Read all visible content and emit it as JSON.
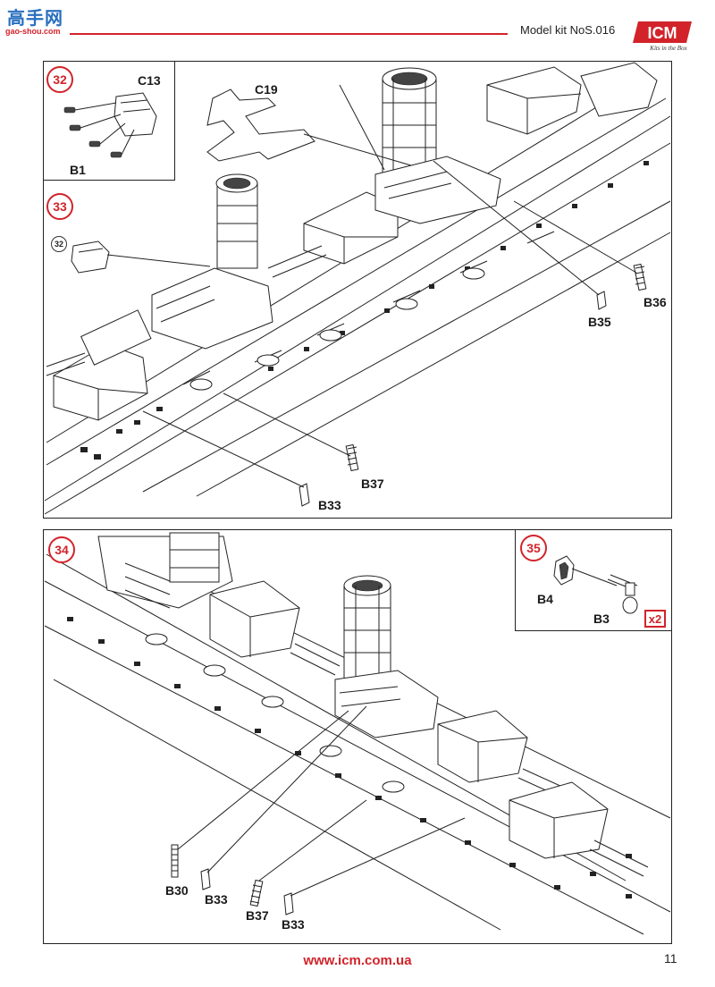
{
  "header": {
    "logo_text": "高手网",
    "logo_sub": "gao-shou.com",
    "kit_number": "Model kit NoS.016",
    "brand": "ICM",
    "brand_tagline": "Kits in the Box",
    "accent_color": "#d2232a"
  },
  "steps": {
    "s32": {
      "number": "32",
      "parts": [
        "C13",
        "B1"
      ]
    },
    "s33": {
      "number": "33",
      "ref": "32",
      "parts": [
        "C19",
        "B36",
        "B35",
        "B37",
        "B33"
      ]
    },
    "s34": {
      "number": "34",
      "parts": [
        "B30",
        "B33",
        "B37",
        "B33"
      ]
    },
    "s35": {
      "number": "35",
      "parts": [
        "B4",
        "B3"
      ],
      "multiplier": "x2"
    }
  },
  "footer": {
    "url": "www.icm.com.ua",
    "page_number": "11"
  }
}
